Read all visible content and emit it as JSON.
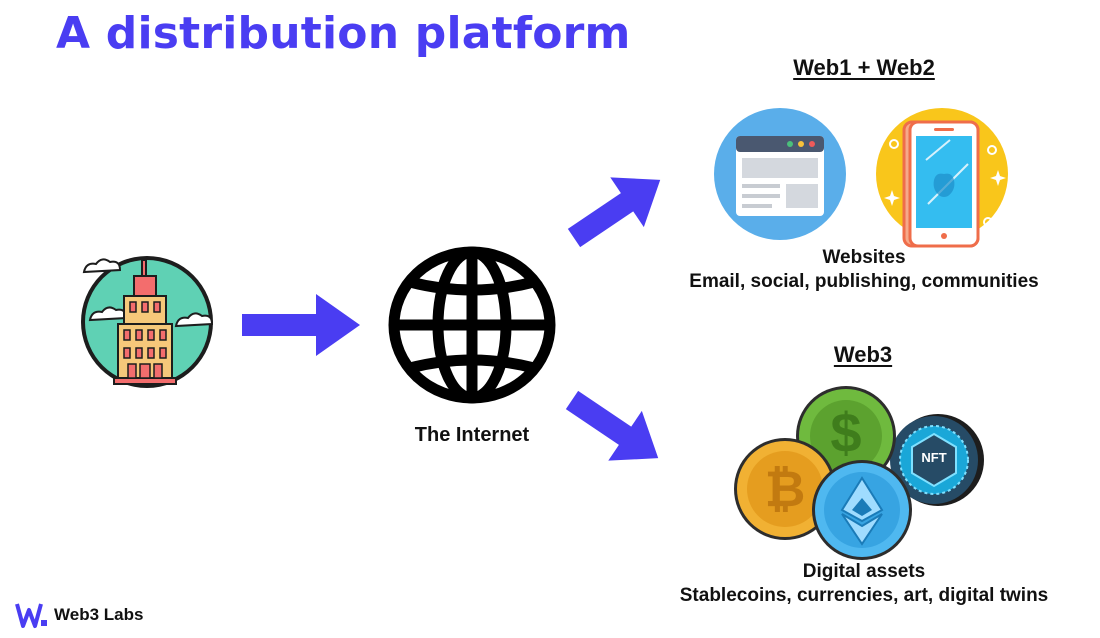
{
  "title": "A distribution platform",
  "internet_label": "The Internet",
  "web12": {
    "heading": "Web1 + Web2",
    "caption_line1": "Websites",
    "caption_line2": "Email, social, publishing, communities"
  },
  "web3": {
    "heading": "Web3",
    "caption_line1": "Digital assets",
    "caption_line2": "Stablecoins, currencies, art, digital twins"
  },
  "coins": {
    "dollar_glyph": "$",
    "bitcoin_glyph": "₿",
    "nft_glyph": "NFT"
  },
  "brand": {
    "name": "Web3 Labs"
  },
  "colors": {
    "accent": "#4a3df2",
    "browser_circle": "#5aaeea",
    "phone_circle": "#f9c61b",
    "building_circle": "#5fd1b4",
    "coin_green": "#6fba3e",
    "coin_gold": "#f1b133",
    "coin_blue": "#4fb8f0",
    "coin_dark": "#264b66"
  }
}
